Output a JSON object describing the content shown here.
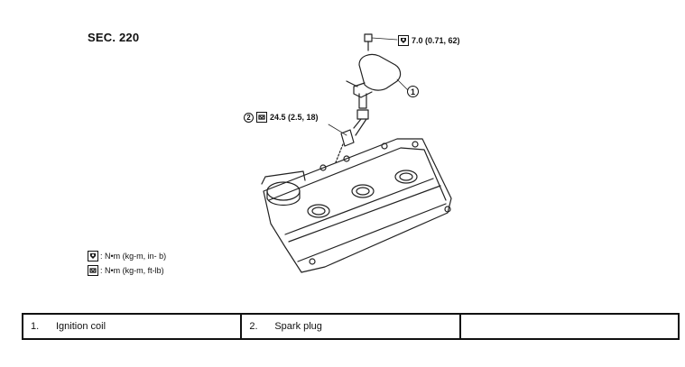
{
  "section_label": "SEC. 220",
  "torque_1": {
    "value": "7.0 (0.71, 62)",
    "icon": "torque-wrench-nm-kgm-inlb-icon"
  },
  "torque_2": {
    "callout": "2",
    "value": "24.5 (2.5, 18)",
    "icon": "torque-wrench-nm-kgm-ftlb-icon"
  },
  "callout_1": "1",
  "legend": [
    {
      "icon": "torque-wrench-nm-kgm-inlb-icon",
      "text": ": N•m (kg-m, in- b)"
    },
    {
      "icon": "torque-wrench-nm-kgm-ftlb-icon",
      "text": ": N•m (kg-m, ft-lb)"
    }
  ],
  "parts_table": [
    {
      "num": "1.",
      "label": "Ignition coil"
    },
    {
      "num": "2.",
      "label": "Spark plug"
    },
    {
      "num": "",
      "label": ""
    }
  ]
}
